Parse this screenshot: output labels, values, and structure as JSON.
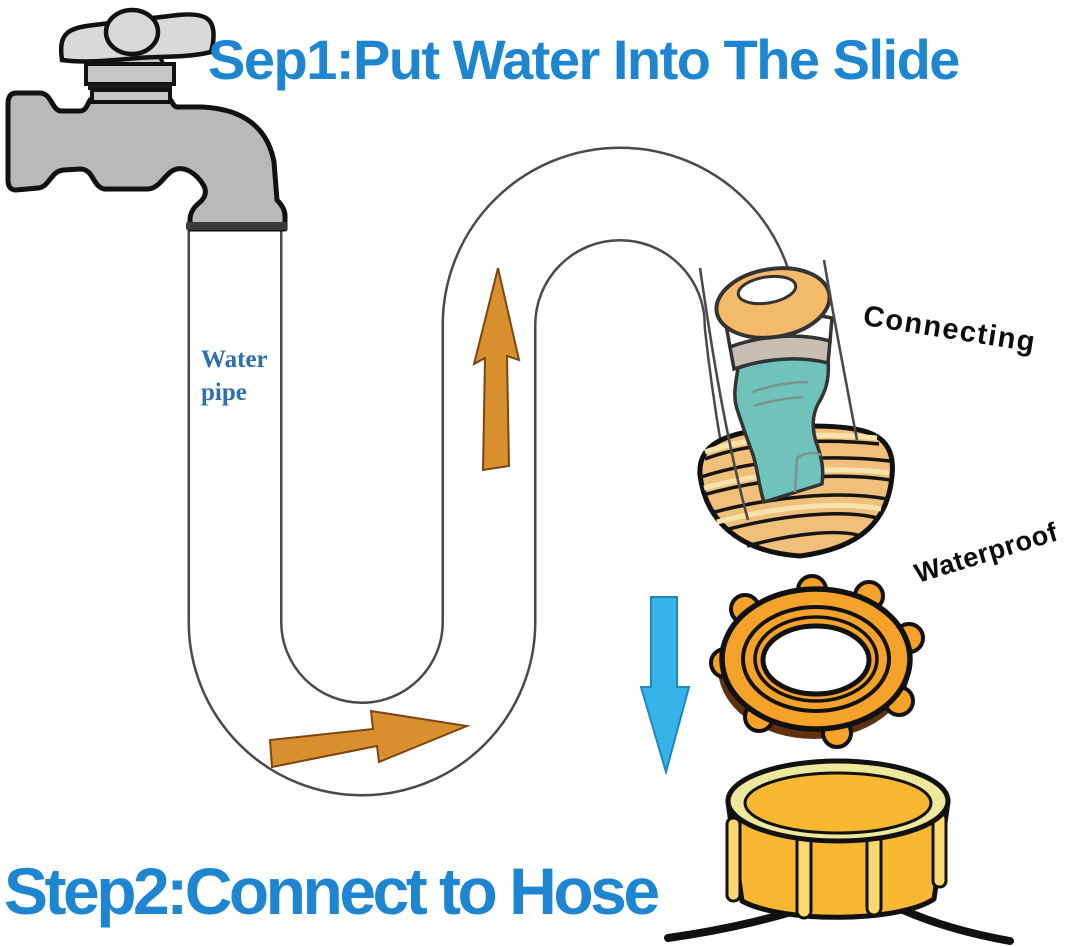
{
  "titles": {
    "step1": "Sep1:Put Water Into The Slide",
    "step2": "Step2:Connect to Hose"
  },
  "labels": {
    "water_pipe": "Water\npipe",
    "connecting": "Connecting",
    "waterproof": "Waterproof"
  },
  "icons": [
    "faucet-icon",
    "water-pipe-icon",
    "flow-up-arrow-icon",
    "flow-right-arrow-icon",
    "down-arrow-icon",
    "hose-connector-icon",
    "washer-icon",
    "hose-cap-icon"
  ],
  "colors": {
    "title_blue": "#1e86d0",
    "pipe_label_blue": "#2e6fad",
    "pipe_outline": "#4a4a4a",
    "faucet_gray": "#b9b9b9",
    "faucet_light_gray": "#d9d9d9",
    "flow_arrow_orange": "#d8902e",
    "down_arrow_blue": "#36b3e9",
    "connector_cap_tan": "#f4ba69",
    "connector_teal": "#70c3ba",
    "connector_gray_band": "#c7bfb3",
    "thread_tan": "#f0c07a",
    "gasket_orange": "#f5a22a",
    "gasket_shadow": "#5e3110",
    "hose_cap_yellow": "#f8b832",
    "hose_cap_rim": "#ede89b",
    "hose_cap_rib": "#fbd96e"
  }
}
